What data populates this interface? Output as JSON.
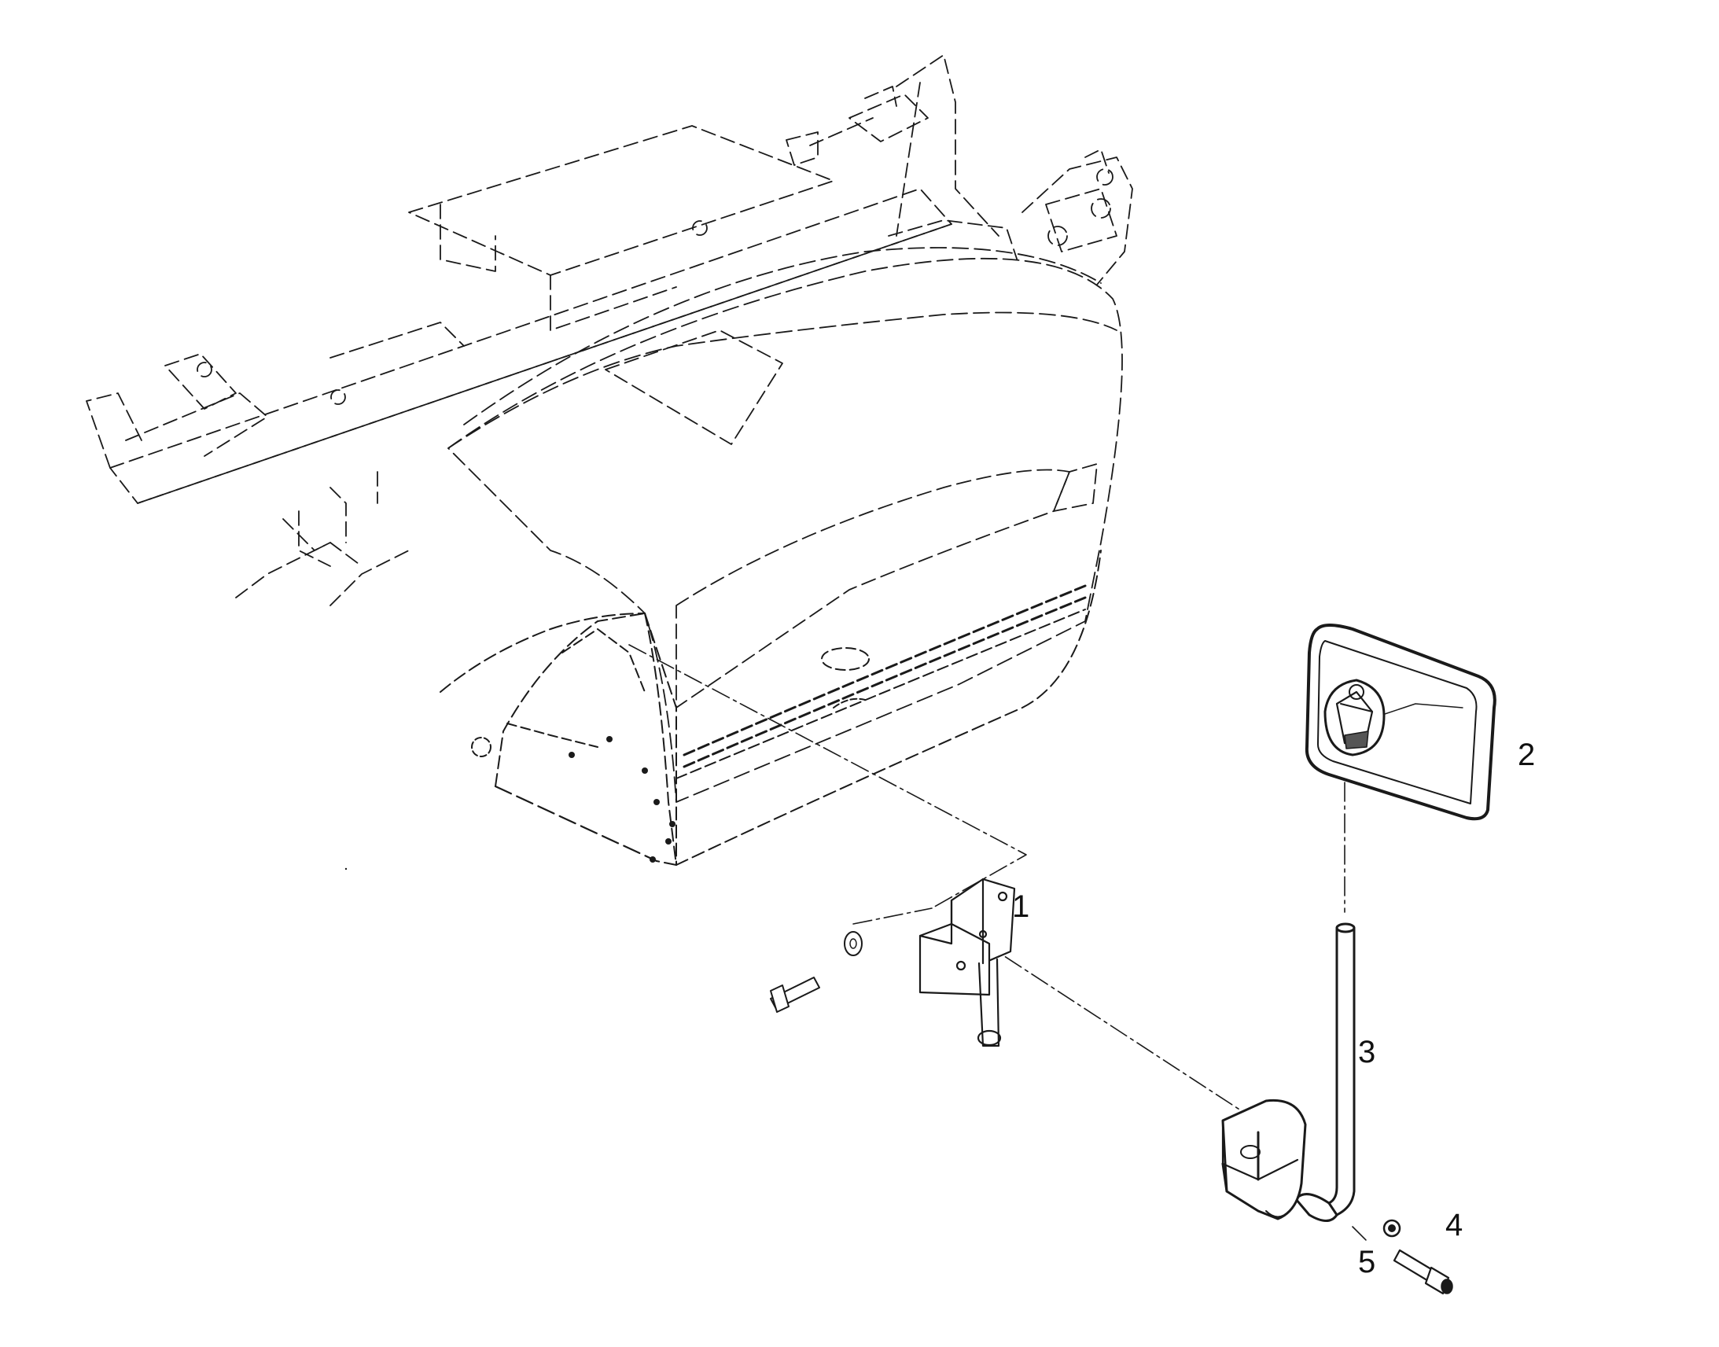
{
  "callouts": {
    "part1": "1",
    "part2": "2",
    "part3": "3",
    "part4": "4",
    "part5": "5"
  },
  "colors": {
    "line": "#1a1a1a",
    "fill": "#ffffff",
    "shade": "#cfcfcf"
  }
}
